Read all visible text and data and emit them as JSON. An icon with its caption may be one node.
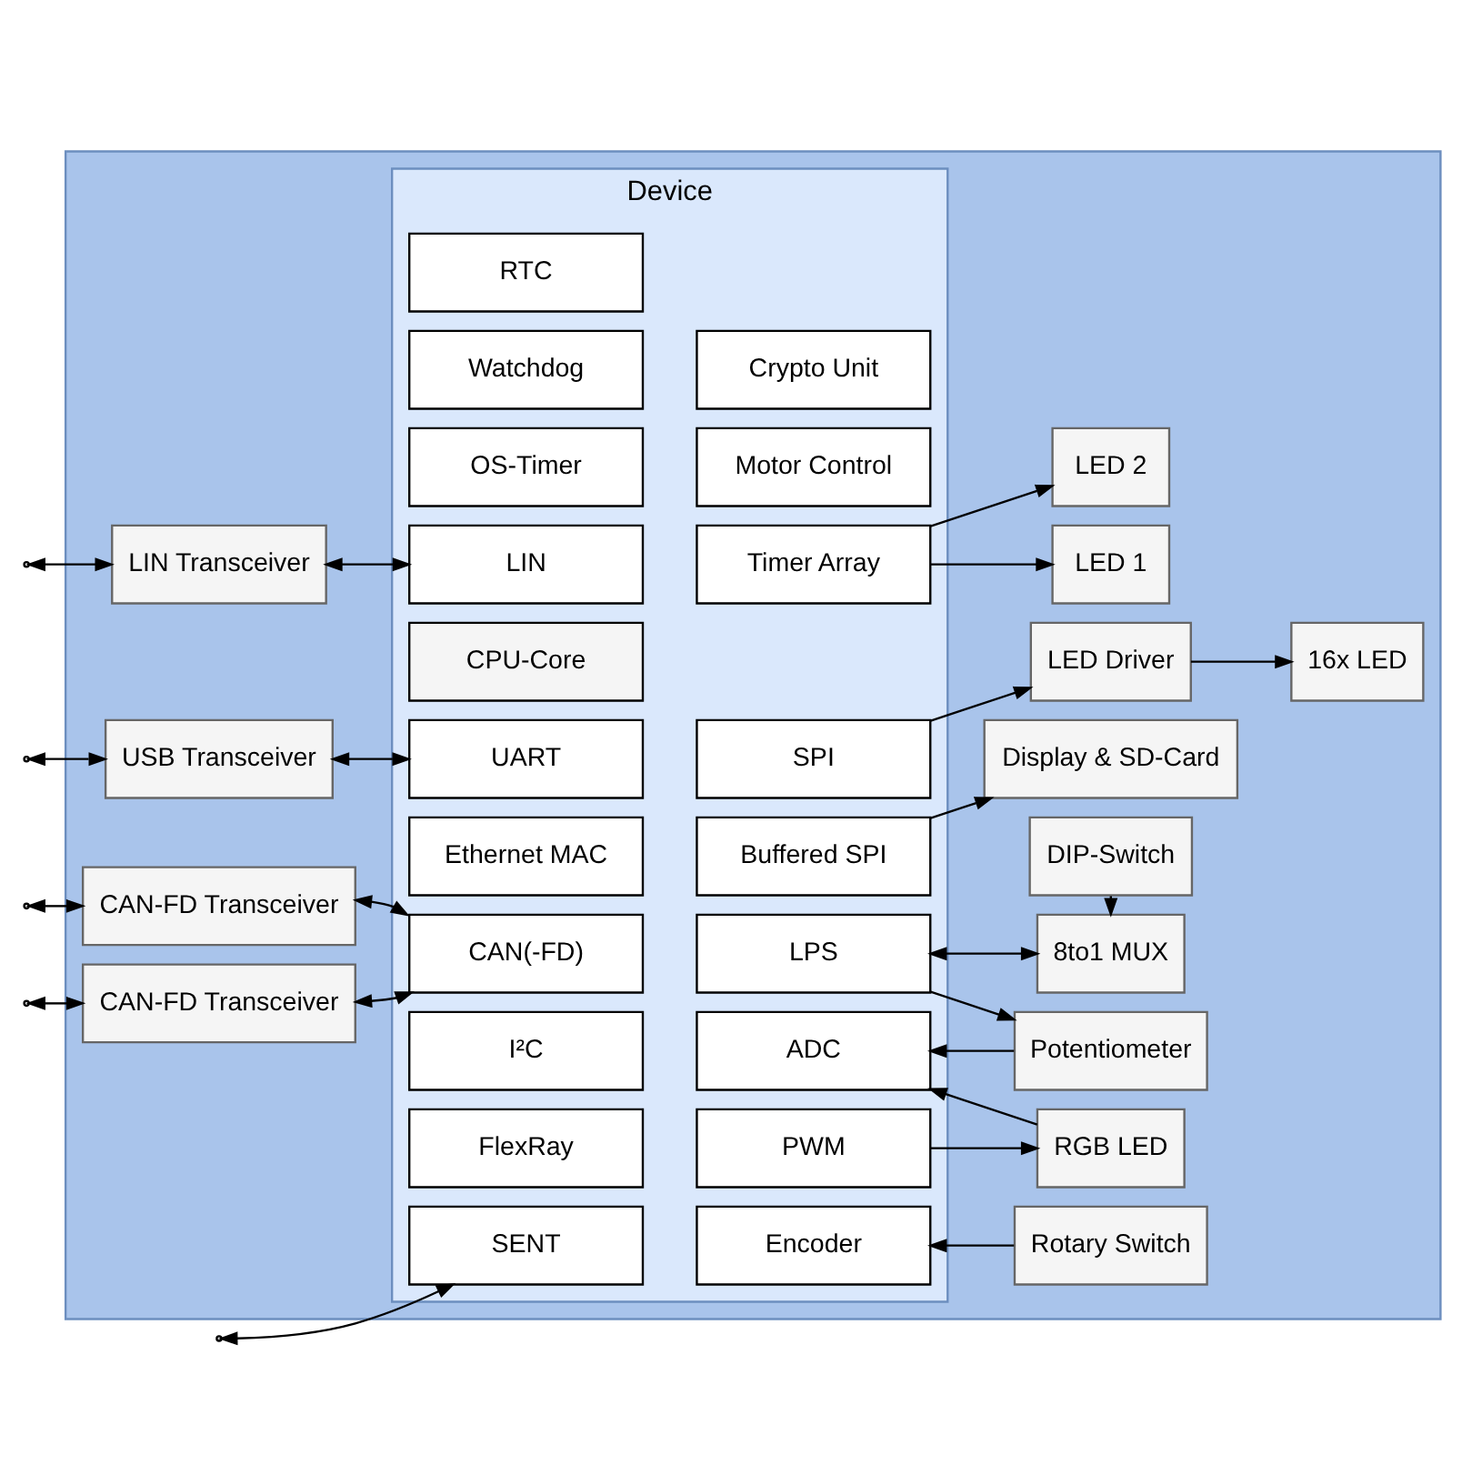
{
  "diagram": {
    "nodes": [
      {
        "text": [],
        "shape": "box"
      },
      {
        "text": [
          "Device"
        ],
        "in": 0
      },
      {
        "text": [
          "CPU-Core"
        ],
        "in": 1
      },
      {
        "text": [
          "LIN"
        ],
        "in": 1
      },
      {
        "text": [
          "Timer Array"
        ],
        "in": 1
      },
      {
        "text": [
          "UART"
        ],
        "in": 1
      },
      {
        "text": [
          "SPI"
        ],
        "in": 1
      },
      {
        "text": [
          "Ethernet MAC"
        ],
        "in": 1
      },
      {
        "text": [
          "Buffered SPI"
        ],
        "in": 1
      },
      {
        "text": [
          "SENT"
        ],
        "in": 1
      },
      {
        "text": [
          "Encoder"
        ],
        "in": 1
      },
      {
        "text": [
          "FlexRay"
        ],
        "in": 1
      },
      {
        "text": [
          "PWM"
        ],
        "in": 1
      },
      {
        "text": [
          "I²C"
        ],
        "in": 1
      },
      {
        "text": [
          "ADC"
        ],
        "in": 1
      },
      {
        "text": [
          "CAN(-FD)"
        ],
        "in": 1
      },
      {
        "text": [
          "LPS"
        ],
        "in": 1
      },
      {
        "text": [
          "OS-Timer"
        ],
        "in": 1
      },
      {
        "text": [
          "Motor Control"
        ],
        "in": 1
      },
      {
        "text": [
          "Watchdog"
        ],
        "in": 1
      },
      {
        "text": [
          "Crypto Unit"
        ],
        "in": 1
      },
      {
        "text": [
          "RTC"
        ],
        "in": 1
      },
      {
        "text": [
          "LIN Transceiver"
        ],
        "in": 0
      },
      {
        "text": [
          "USB Transceiver"
        ],
        "in": 0
      },
      {
        "text": [
          "CAN-FD Transceiver"
        ],
        "in": 0
      },
      {
        "text": [
          "CAN-FD Transceiver"
        ],
        "in": 0
      },
      {
        "text": [
          "LED 1"
        ],
        "in": 0
      },
      {
        "text": [
          "LED 2"
        ],
        "in": 0
      },
      {
        "text": [
          "LED Driver"
        ],
        "in": 0
      },
      {
        "text": [
          "16x LED"
        ],
        "in": 0
      },
      {
        "text": [
          "Display & SD-Card"
        ],
        "in": 0
      },
      {
        "text": [
          "Rotary Switch"
        ],
        "in": 0
      },
      {
        "text": [
          "RGB LED"
        ],
        "in": 0
      },
      {
        "text": [
          "Potentiometer"
        ],
        "in": 0
      },
      {
        "text": [
          "8to1 MUX"
        ],
        "in": 0
      },
      {
        "text": [
          "DIP-Switch"
        ],
        "in": 0
      }
    ],
    "edges": [
      {
        "from": null,
        "to": 22,
        "arrow": "both"
      },
      {
        "from": 22,
        "to": 3,
        "arrow": "both"
      },
      {
        "from": null,
        "to": 23,
        "arrow": "both"
      },
      {
        "from": 23,
        "to": 5,
        "arrow": "both"
      },
      {
        "from": null,
        "to": 9,
        "arrow": "both"
      },
      {
        "from": null,
        "to": 24,
        "arrow": "both"
      },
      {
        "from": 24,
        "to": 15,
        "arrow": "both"
      },
      {
        "from": null,
        "to": 25,
        "arrow": "both"
      },
      {
        "from": 25,
        "to": 15,
        "arrow": "both"
      },
      {
        "from": 4,
        "to": 26,
        "arrow": "to"
      },
      {
        "from": 4,
        "to": 27,
        "arrow": "to"
      },
      {
        "from": 6,
        "to": 28,
        "arrow": "to"
      },
      {
        "from": 28,
        "to": 29,
        "arrow": "to"
      },
      {
        "from": 8,
        "to": 30,
        "arrow": "to"
      },
      {
        "from": 31,
        "to": 10,
        "arrow": "to"
      },
      {
        "from": 12,
        "to": 32,
        "arrow": "to"
      },
      {
        "from": 32,
        "to": 14,
        "arrow": "to"
      },
      {
        "from": 33,
        "to": 14,
        "arrow": "to"
      },
      {
        "from": 16,
        "to": 33,
        "arrow": "to"
      },
      {
        "from": 16,
        "to": 34,
        "arrow": "both"
      },
      {
        "from": 35,
        "to": 34,
        "arrow": "to"
      }
    ]
  }
}
